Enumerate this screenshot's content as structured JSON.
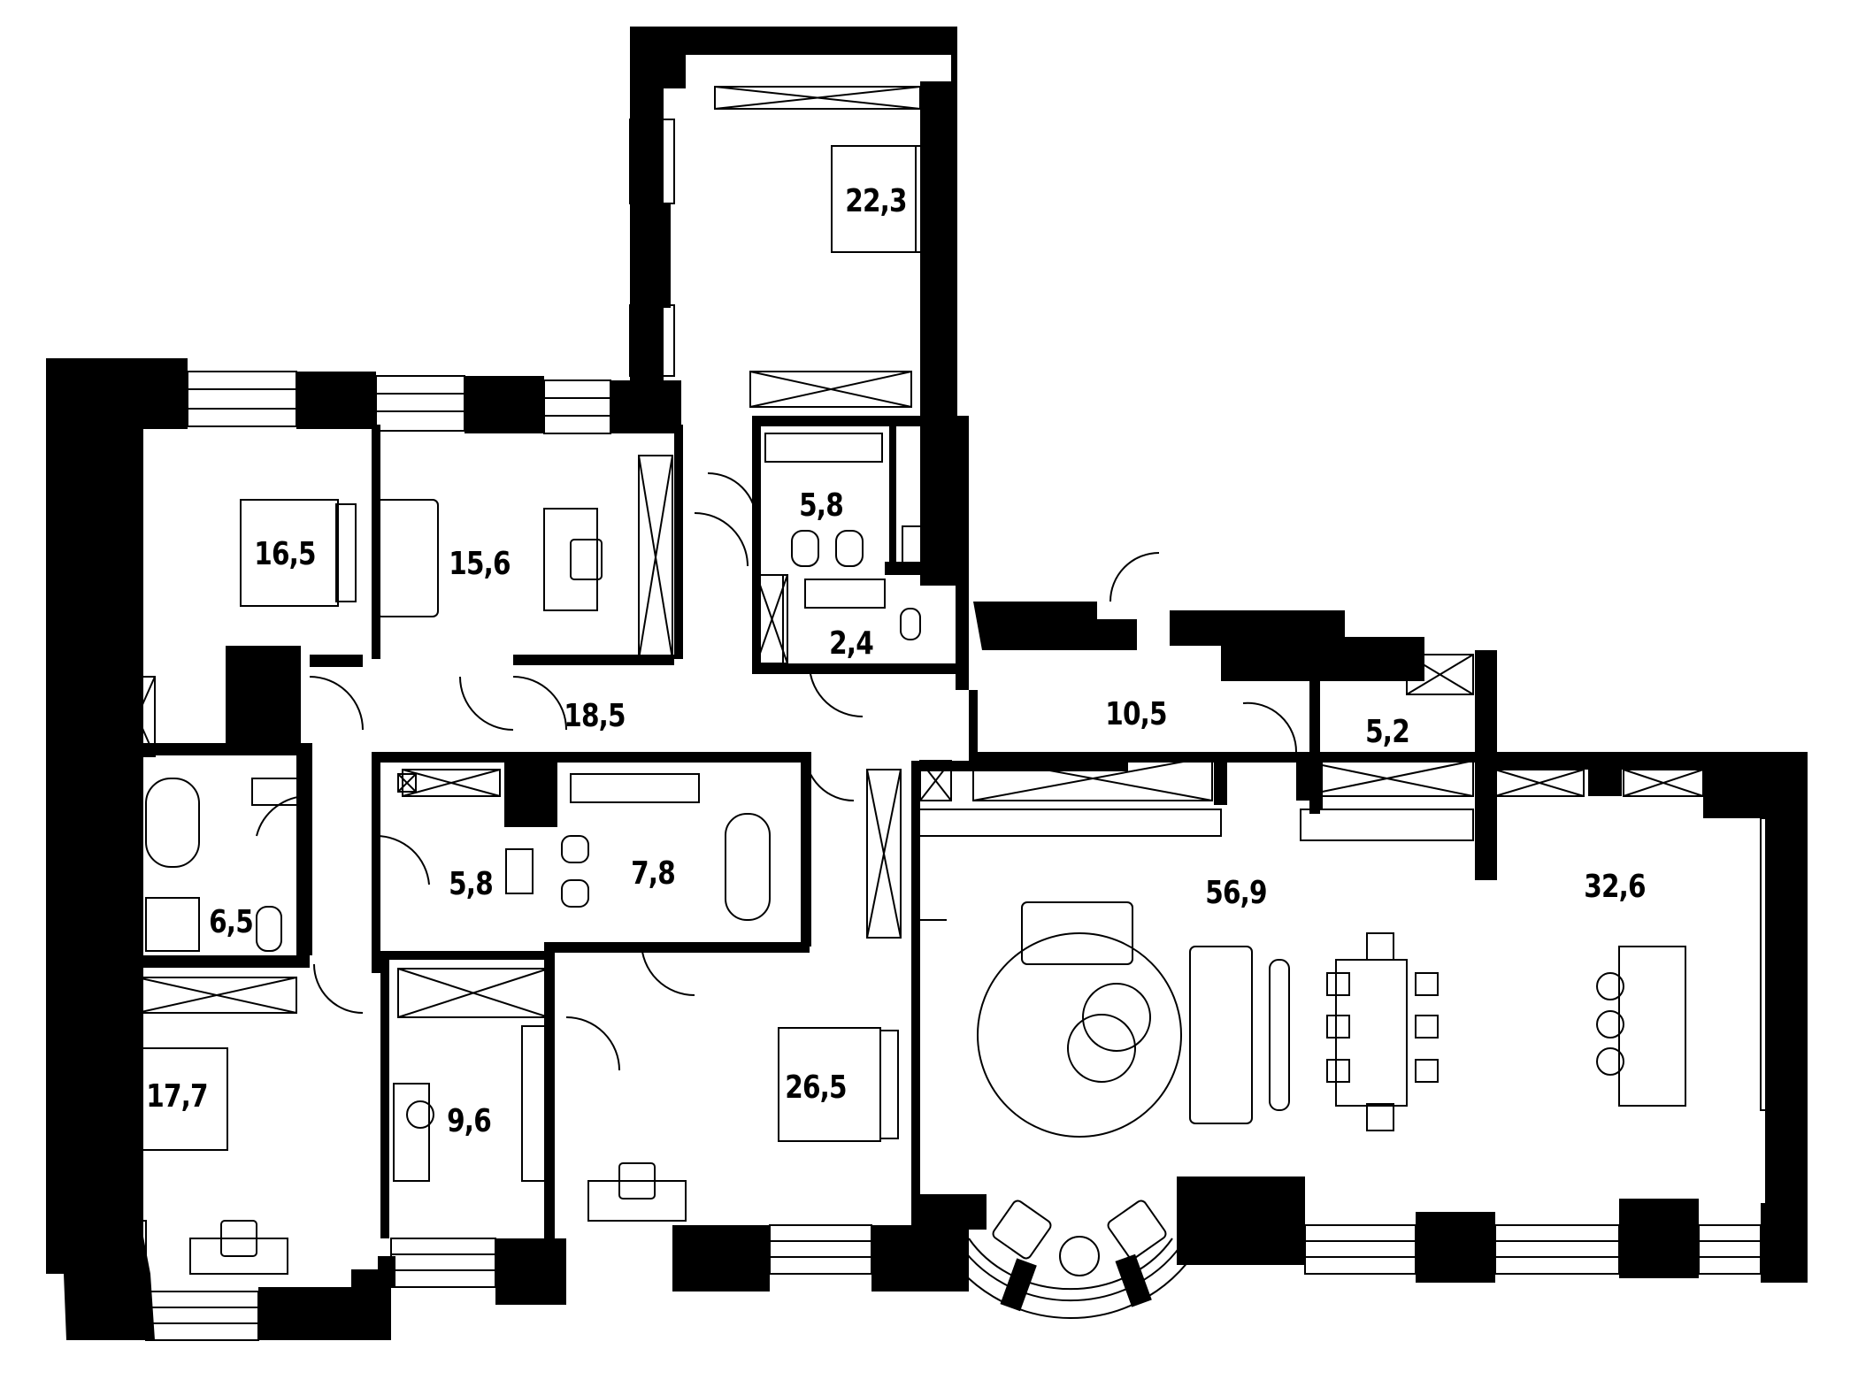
{
  "plan": {
    "wall_color": "#000000",
    "background": "#ffffff",
    "rooms": [
      {
        "id": "bedroom-north",
        "area": "22,3"
      },
      {
        "id": "bathroom-north",
        "area": "5,8"
      },
      {
        "id": "wc-small",
        "area": "2,4"
      },
      {
        "id": "bedroom-west",
        "area": "16,5"
      },
      {
        "id": "study",
        "area": "15,6"
      },
      {
        "id": "corridor",
        "area": "18,5"
      },
      {
        "id": "hall",
        "area": "10,5"
      },
      {
        "id": "storage",
        "area": "5,2"
      },
      {
        "id": "bathroom-west",
        "area": "6,5"
      },
      {
        "id": "laundry",
        "area": "5,8"
      },
      {
        "id": "bathroom-center",
        "area": "7,8"
      },
      {
        "id": "living-room",
        "area": "56,9"
      },
      {
        "id": "kitchen",
        "area": "32,6"
      },
      {
        "id": "bedroom-southwest",
        "area": "17,7"
      },
      {
        "id": "dressing-room",
        "area": "9,6"
      },
      {
        "id": "bedroom-south",
        "area": "26,5"
      }
    ]
  }
}
